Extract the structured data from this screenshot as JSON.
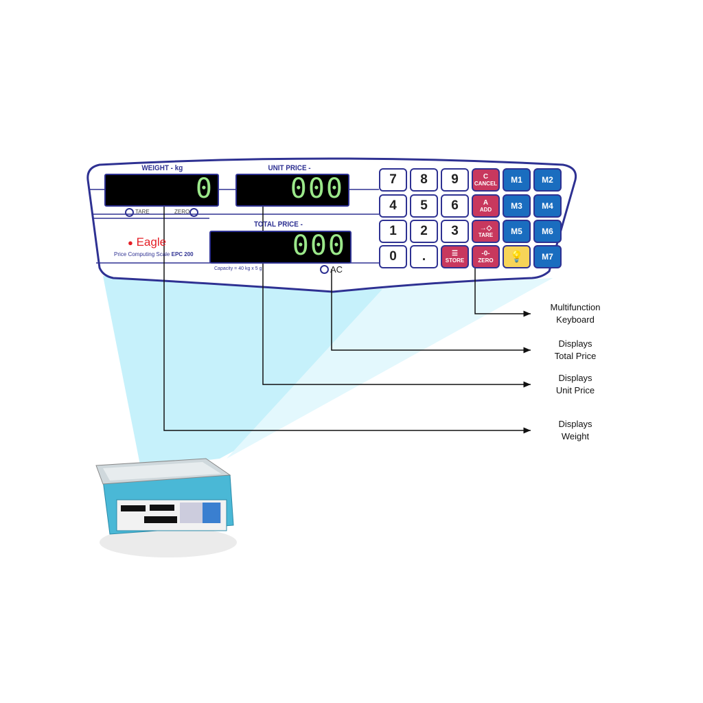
{
  "panel": {
    "weight_header": "WEIGHT - kg",
    "unit_price_header": "UNIT PRICE -",
    "total_price_header": "TOTAL PRICE -",
    "weight_display": "0",
    "unit_price_display": "000",
    "total_price_display": "000",
    "tare_indicator": "TARE",
    "zero_indicator": "ZERO",
    "ac_indicator": "AC",
    "brand": "Eagle",
    "model_text": "Price Computing Scale",
    "model_number": "EPC 200",
    "capacity": "Capacity = 40 kg x 5 g"
  },
  "keypad": {
    "numbers": [
      "7",
      "8",
      "9",
      "4",
      "5",
      "6",
      "1",
      "2",
      "3",
      "0",
      "."
    ],
    "cancel": "CANCEL",
    "cancel_icon": "C",
    "add": "ADD",
    "add_icon": "A",
    "tare": "TARE",
    "store": "STORE",
    "zero": "ZERO",
    "zero_icon": "-0-",
    "memory": [
      "M1",
      "M2",
      "M3",
      "M4",
      "M5",
      "M6",
      "M7"
    ],
    "light_icon": "bulb-icon"
  },
  "callouts": {
    "keyboard": [
      "Multifunction",
      "Keyboard"
    ],
    "total": [
      "Displays",
      "Total Price"
    ],
    "unit": [
      "Displays",
      "Unit Price"
    ],
    "weight": [
      "Displays",
      "Weight"
    ]
  },
  "colors": {
    "outline": "#2e3192",
    "function_keys": "#c8385e",
    "memory_keys": "#1a6dbf",
    "light_key": "#f7d458",
    "segment": "#9be88a",
    "projection": "#c6f1fb"
  }
}
